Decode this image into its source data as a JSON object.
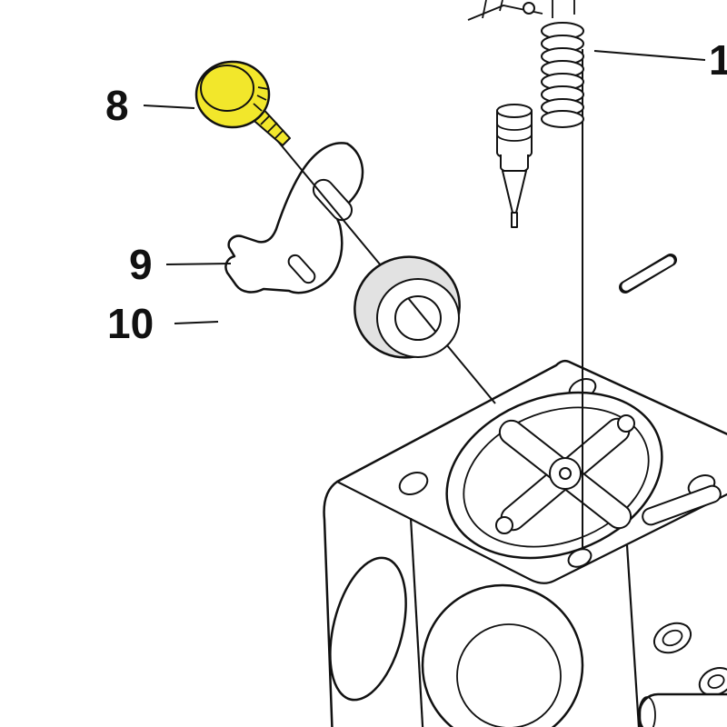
{
  "diagram": {
    "type": "exploded-parts-diagram",
    "subject": "carburetor-assembly-line-drawing",
    "background_color": "#ffffff",
    "line_color": "#111111",
    "highlight_color": "#f2e72b",
    "callouts": [
      {
        "label": "8",
        "part": "yellow-highlighted-screw",
        "highlighted": true
      },
      {
        "label": "9",
        "part": "lever-bracket",
        "highlighted": false
      },
      {
        "label": "10",
        "part": "cylindrical-bushing",
        "highlighted": false
      },
      {
        "label": "1",
        "part": "vertical-leader-to-body",
        "highlighted": false
      }
    ],
    "unlabeled_parts": [
      "coil-spring",
      "needle-valve",
      "dowel-pin",
      "carburetor-body"
    ]
  }
}
